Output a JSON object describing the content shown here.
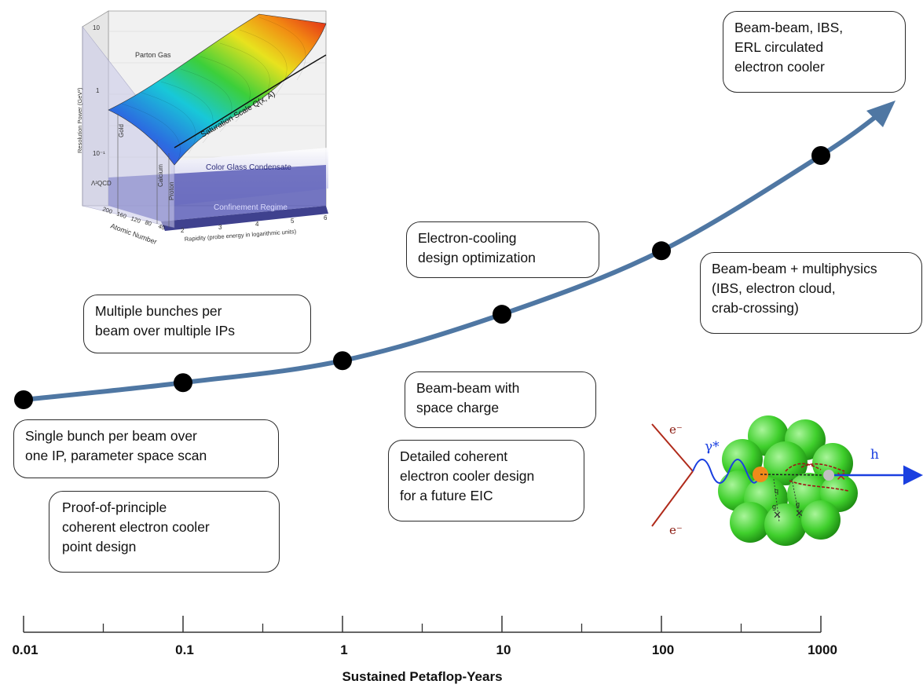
{
  "x_axis": {
    "title": "Sustained Petaflop-Years",
    "scale": "log",
    "ticks": [
      "0.01",
      "0.1",
      "1",
      "10",
      "100",
      "1000"
    ]
  },
  "curve": {
    "color": "#4f77a3",
    "points": [
      {
        "x": 0.01,
        "y": 0.0
      },
      {
        "x": 0.1,
        "y": 0.07
      },
      {
        "x": 1,
        "y": 0.16
      },
      {
        "x": 10,
        "y": 0.35
      },
      {
        "x": 100,
        "y": 0.61
      },
      {
        "x": 1000,
        "y": 1.0
      }
    ]
  },
  "milestones": [
    {
      "text": "Single bunch per beam over\none IP, parameter space scan"
    },
    {
      "text": "Proof-of-principle\ncoherent electron cooler\npoint design"
    },
    {
      "text": "Multiple bunches per\nbeam over multiple IPs"
    },
    {
      "text": "Beam-beam with\nspace charge"
    },
    {
      "text": "Detailed coherent\nelectron cooler design\nfor a future EIC"
    },
    {
      "text": "Electron-cooling\ndesign optimization"
    },
    {
      "text": "Beam-beam + multiphysics\n(IBS, electron cloud,\ncrab-crossing)"
    },
    {
      "text": "Beam-beam, IBS,\nERL circulated\nelectron cooler"
    }
  ],
  "inset_3d": {
    "regions": [
      "Parton Gas",
      "Saturation Scale Q(x, A)",
      "Color Glass Condensate",
      "Confinement Regime"
    ],
    "y_ticks": [
      "10",
      "1",
      "10⁻¹",
      "Λ²QCD"
    ],
    "y_label": "Resolution Power (GeV²)",
    "x_ticks": [
      "2",
      "3",
      "4",
      "5",
      "6"
    ],
    "x_label": "Rapidity (probe energy in logarithmic units)",
    "depth_ticks": [
      "200",
      "160",
      "120",
      "80",
      "40"
    ],
    "depth_label": "Atomic Number",
    "nuclei": [
      "Gold",
      "Calcium",
      "Proton"
    ]
  },
  "diagram": {
    "electron_label": "e⁻",
    "electron_label_out": "e⁻",
    "photon_label": "γ*",
    "hadron_label": "h",
    "quark_labels": [
      "q",
      "g",
      "g"
    ]
  }
}
